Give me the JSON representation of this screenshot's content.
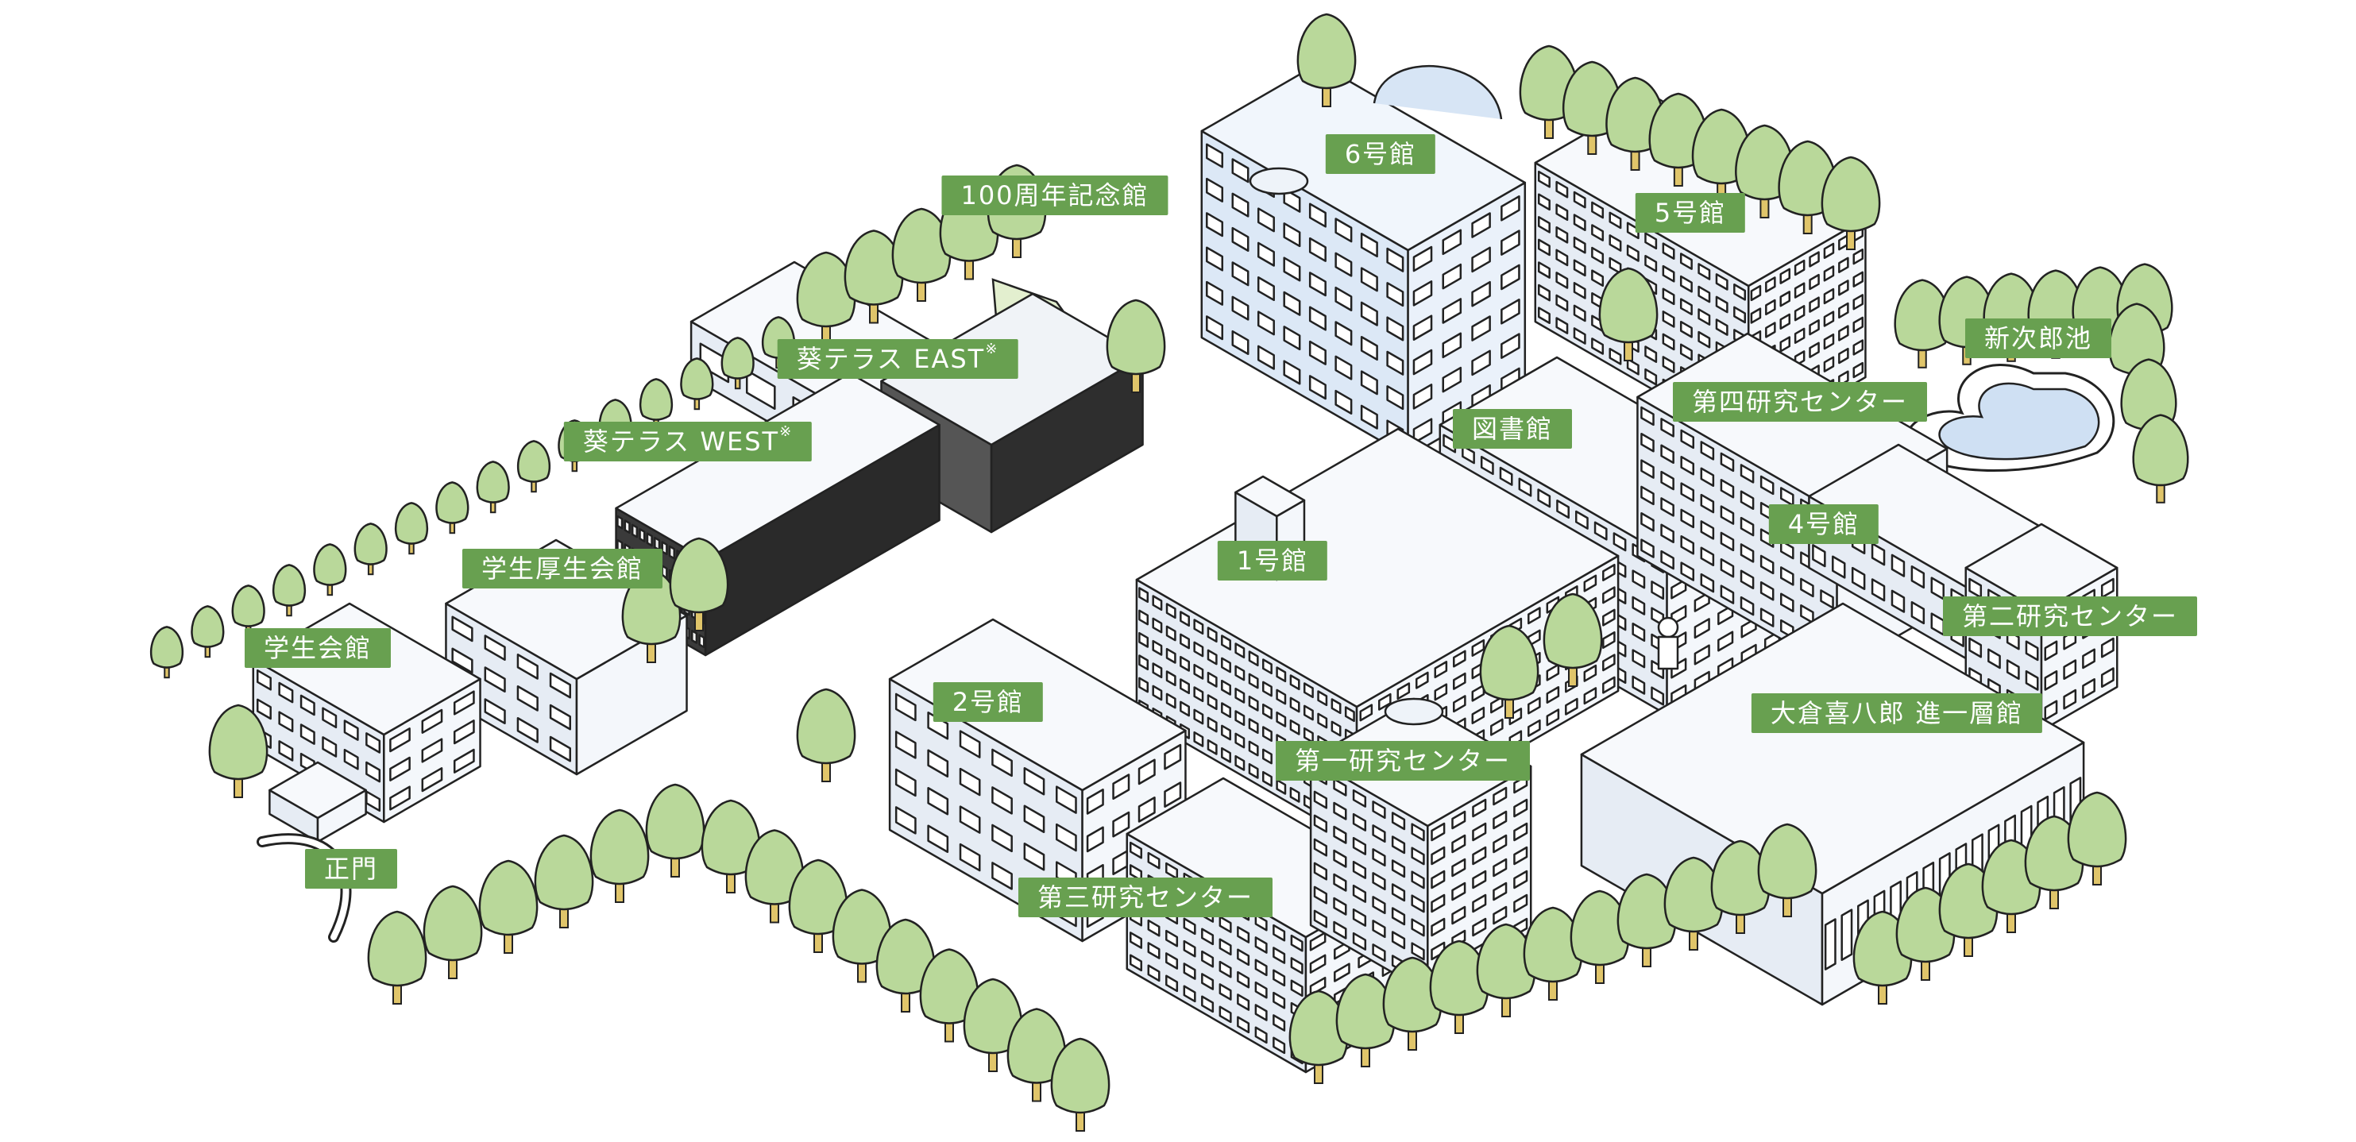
{
  "colors": {
    "label_bg": "#68a050",
    "label_text": "#ffffff",
    "tree_fill": "#b9d89a",
    "tree_trunk": "#e0c56a",
    "building_light": "#eef3f9",
    "building_blue": "#dce8f6",
    "outline": "#222222",
    "lawn": "#e3efcf",
    "pond_water": "#cfe0f3"
  },
  "labels": {
    "anniversary_hall": "100周年記念館",
    "building_6": "6号館",
    "building_5": "5号館",
    "shinjiro_pond": "新次郎池",
    "aoi_terrace_east": "葵テラス EAST",
    "aoi_terrace_east_note": "※",
    "aoi_terrace_west": "葵テラス WEST",
    "aoi_terrace_west_note": "※",
    "library": "図書館",
    "research_center_4": "第四研究センター",
    "building_4": "4号館",
    "building_1": "1号館",
    "student_welfare_hall": "学生厚生会館",
    "student_hall": "学生会館",
    "research_center_2": "第二研究センター",
    "building_2": "2号館",
    "okura_hall": "大倉喜八郎 進一層館",
    "research_center_1": "第一研究センター",
    "main_gate": "正門",
    "research_center_3": "第三研究センター"
  }
}
